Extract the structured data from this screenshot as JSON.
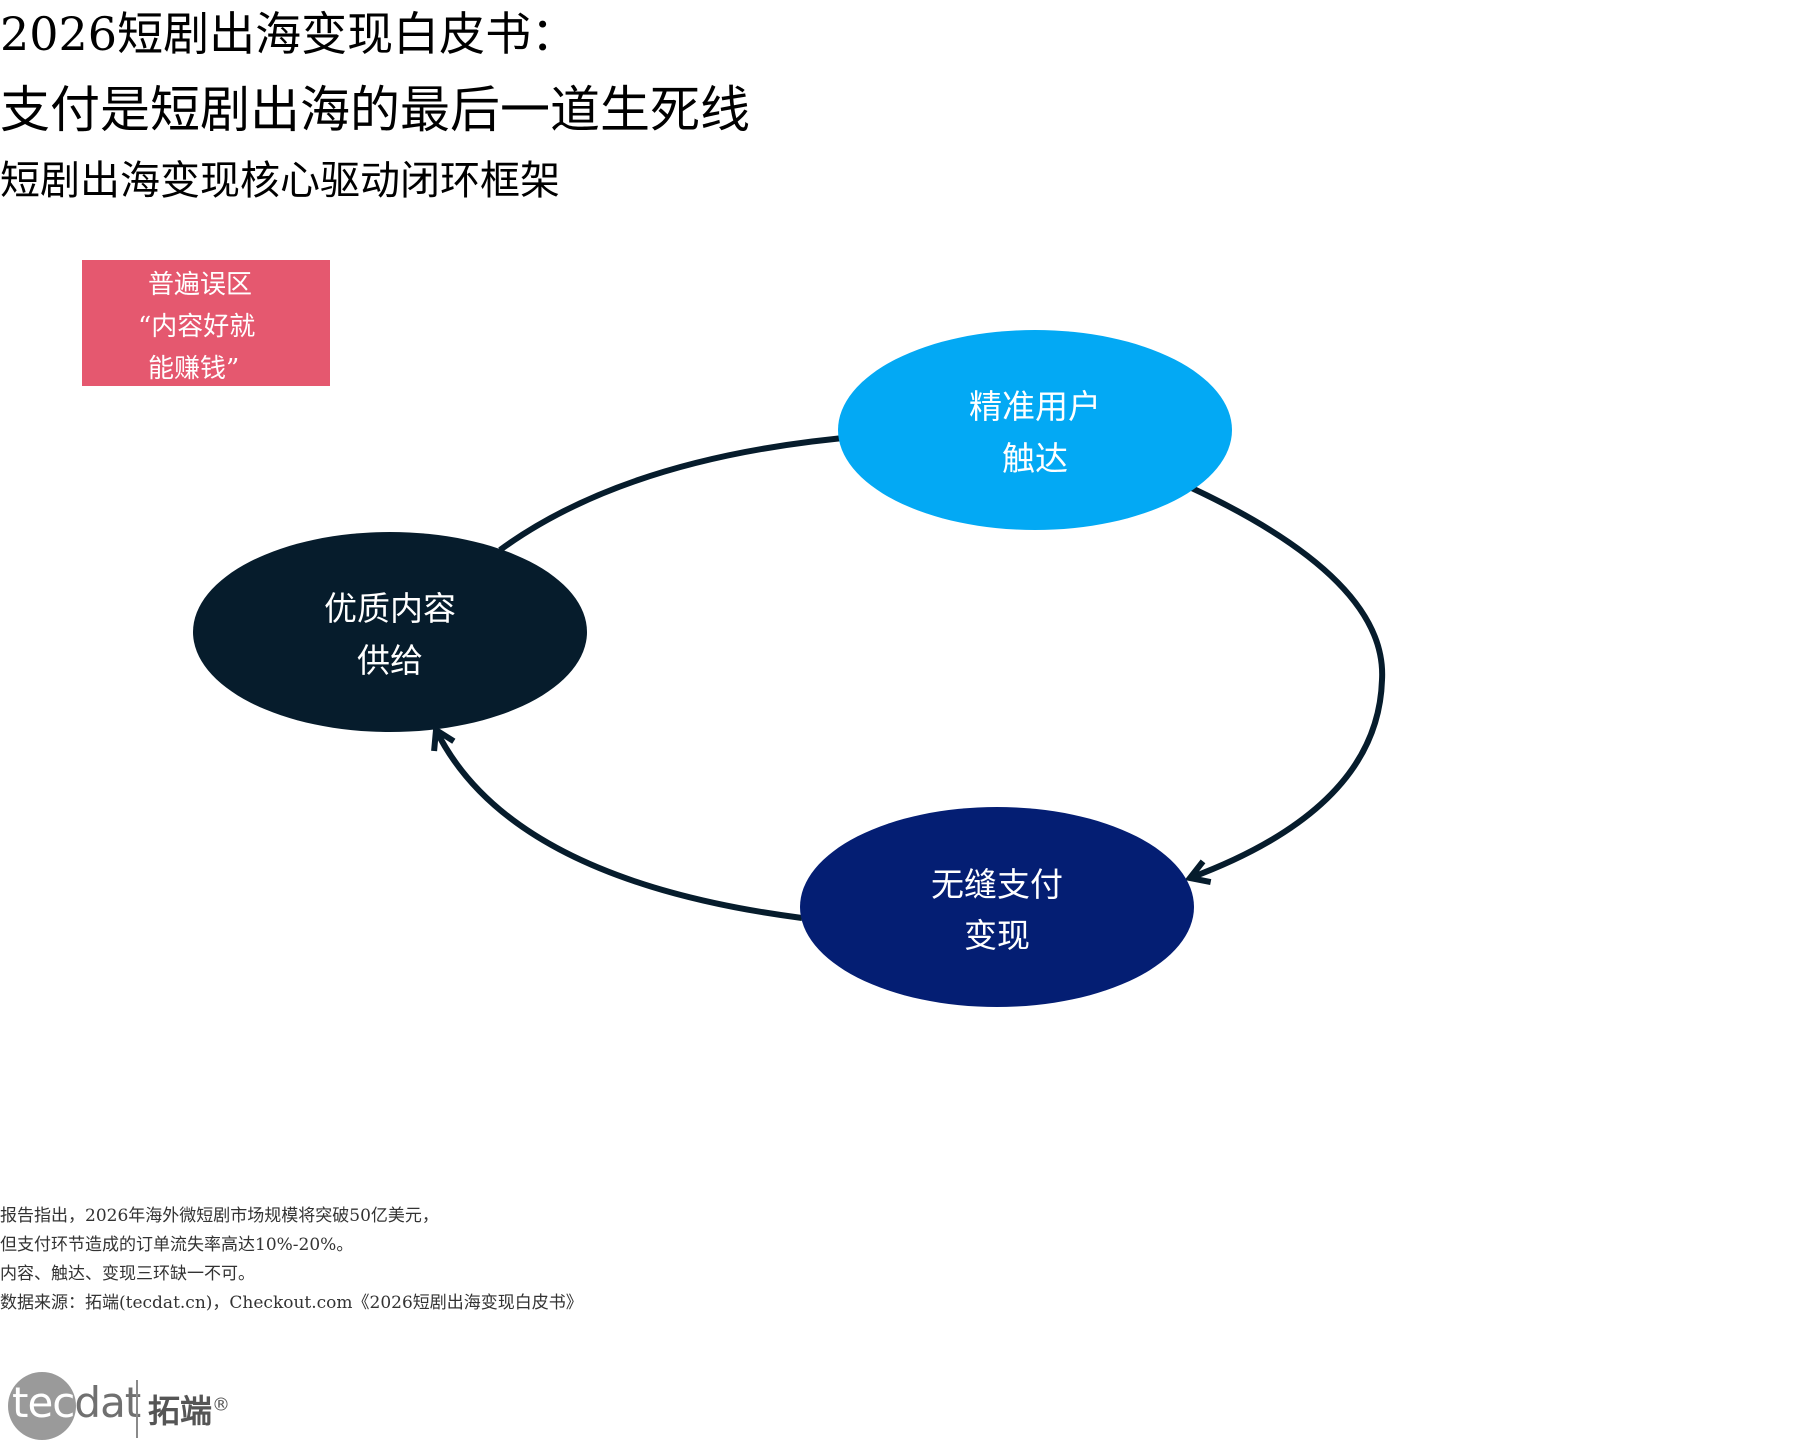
{
  "header": {
    "title_line_1": "2026短剧出海变现白皮书：",
    "title_line_2": "支付是短剧出海的最后一道生死线",
    "subtitle": "短剧出海变现核心驱动闭环框架"
  },
  "callout": {
    "line_1": "普遍误区",
    "line_2": "“内容好就",
    "line_3": "能赚钱”",
    "color": "#e5586f"
  },
  "diagram": {
    "nodes": [
      {
        "id": "reach",
        "line_1": "精准用户",
        "line_2": "触达",
        "color": "#03a9f4"
      },
      {
        "id": "payment",
        "line_1": "无缝支付",
        "line_2": "变现",
        "color": "#041e73"
      },
      {
        "id": "content",
        "line_1": "优质内容",
        "line_2": "供给",
        "color": "#061c2c"
      }
    ],
    "edges": [
      {
        "from": "content",
        "to": "reach"
      },
      {
        "from": "reach",
        "to": "payment"
      },
      {
        "from": "payment",
        "to": "content"
      }
    ],
    "arrow_color": "#061c2c"
  },
  "footnote": {
    "line_1": "报告指出，2026年海外微短剧市场规模将突破50亿美元，",
    "line_2": "但支付环节造成的订单流失率高达10%-20%。",
    "line_3": "内容、触达、变现三环缺一不可。",
    "line_4": "数据来源：拓端(tecdat.cn)，Checkout.com《2026短剧出海变现白皮书》"
  },
  "logo": {
    "word_light": "tec",
    "word_dark": "dat",
    "chinese": "拓端",
    "mark": "®"
  }
}
